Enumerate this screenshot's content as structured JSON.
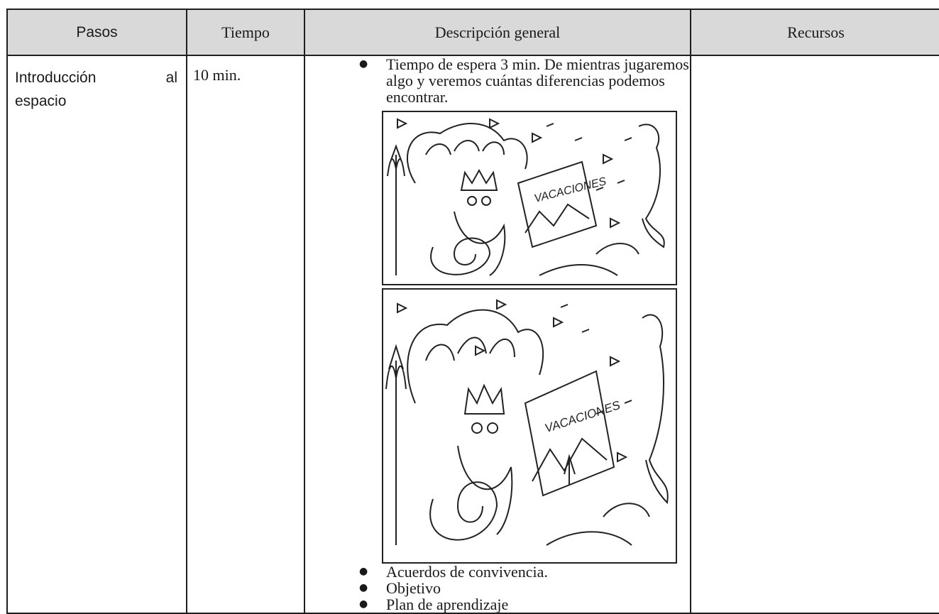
{
  "headers": {
    "pasos": "Pasos",
    "tiempo": "Tiempo",
    "descripcion": "Descripción general",
    "recursos": "Recursos"
  },
  "row": {
    "pasos_word1": "Introducción",
    "pasos_word2": "al",
    "pasos_line2": "espacio",
    "tiempo": "10 min.",
    "bullet_intro": "Tiempo de espera 3 min. De mientras jugaremos algo y veremos cuántas diferencias podemos encontrar.",
    "image_label_top": "VACACIONES",
    "image_label_bottom": "VACACIONES",
    "bullets": [
      "Acuerdos de convivencia.",
      "Objetivo",
      "Plan de aprendizaje"
    ],
    "recursos": ""
  },
  "colors": {
    "header_bg": "#d9d9d9",
    "border": "#1f1f1f",
    "text": "#1a1a1a"
  }
}
